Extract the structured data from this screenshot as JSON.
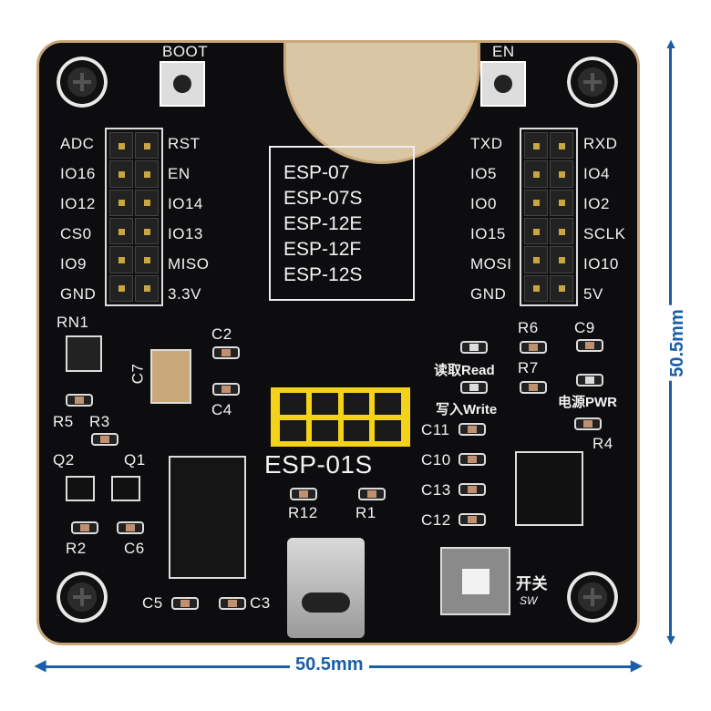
{
  "buttons": {
    "boot": "BOOT",
    "en": "EN"
  },
  "left_header": {
    "left_labels": [
      "ADC",
      "IO16",
      "IO12",
      "CS0",
      "IO9",
      "GND"
    ],
    "right_labels": [
      "RST",
      "EN",
      "IO14",
      "IO13",
      "MISO",
      "3.3V"
    ]
  },
  "right_header": {
    "left_labels": [
      "TXD",
      "IO5",
      "IO0",
      "IO15",
      "MOSI",
      "GND"
    ],
    "right_labels": [
      "RXD",
      "IO4",
      "IO2",
      "SCLK",
      "IO10",
      "5V"
    ]
  },
  "module_outline": {
    "lines": [
      "ESP-07",
      "ESP-07S",
      "ESP-12E",
      "ESP-12F",
      "ESP-12S"
    ]
  },
  "socket_label": "ESP-01S",
  "components": {
    "rn1": "RN1",
    "c7": "C7",
    "c2": "C2",
    "c4": "C4",
    "r5": "R5",
    "r3": "R3",
    "q2": "Q2",
    "q1": "Q1",
    "r2": "R2",
    "c6": "C6",
    "c5": "C5",
    "c3": "C3",
    "r12": "R12",
    "r1": "R1",
    "r6": "R6",
    "c9": "C9",
    "r7": "R7",
    "r4": "R4",
    "c11": "C11",
    "c10": "C10",
    "c13": "C13",
    "c12": "C12"
  },
  "indicators": {
    "read": "读取Read",
    "write": "写入Write",
    "power": "电源PWR"
  },
  "switch": {
    "cn": "开关",
    "en": "SW"
  },
  "dimensions": {
    "width": "50.5mm",
    "height": "50.5mm"
  },
  "colors": {
    "board": "#0d0d0f",
    "socket": "#f5d21a",
    "dimension": "#1a5fa8"
  }
}
